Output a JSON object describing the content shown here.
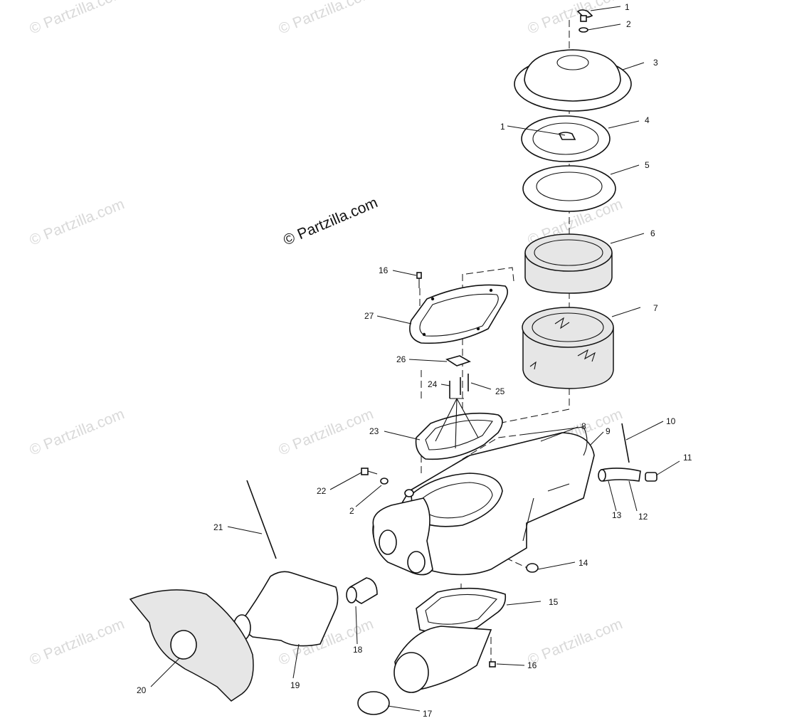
{
  "watermarks": [
    "© Partzilla.com",
    "© Partzilla.com",
    "© Partzilla.com",
    "© Partzilla.com",
    "© Partzilla.com",
    "© Partzilla.com",
    "© Partzilla.com",
    "© Partzilla.com",
    "© Partzilla.com",
    "© Partzilla.com",
    "© Partzilla.com"
  ],
  "main_watermark": "© Partzilla.com",
  "callouts": [
    "1",
    "2",
    "3",
    "1",
    "4",
    "5",
    "6",
    "7",
    "16",
    "27",
    "26",
    "24",
    "25",
    "23",
    "8",
    "9",
    "10",
    "11",
    "22",
    "2",
    "13",
    "12",
    "21",
    "14",
    "15",
    "18",
    "19",
    "20",
    "16",
    "17"
  ]
}
